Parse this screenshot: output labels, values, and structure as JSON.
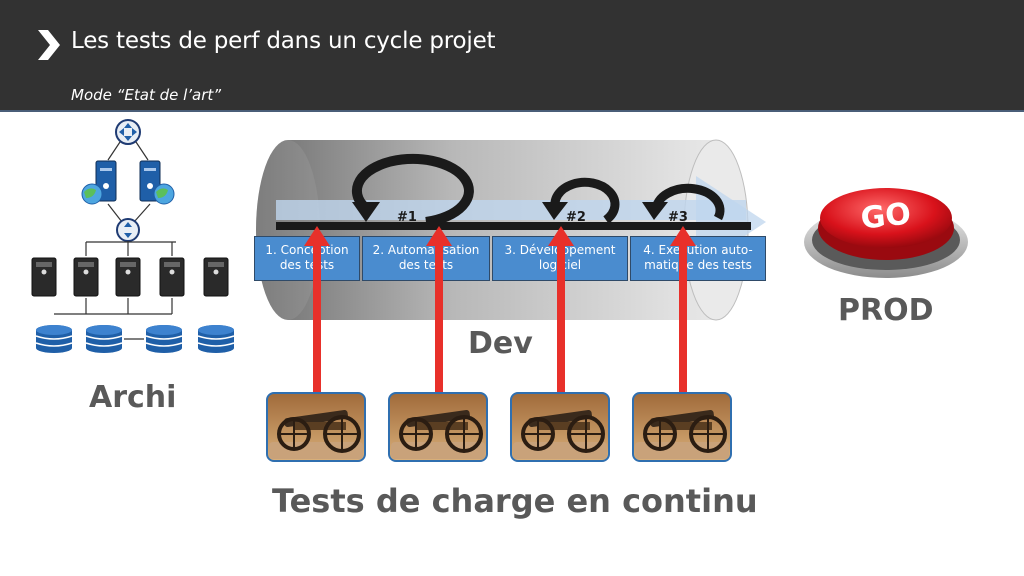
{
  "header": {
    "title": "Les tests de perf dans un cycle projet",
    "subtitle": "Mode “Etat de l’art”"
  },
  "labels": {
    "archi": "Archi",
    "dev": "Dev",
    "prod": "PROD",
    "tests": "Tests de charge en continu"
  },
  "pipeline": {
    "steps": [
      "1. Conception des tests",
      "2. Automatisation des tests",
      "3. Développement logiciel",
      "4. Exécution auto-matique des tests"
    ],
    "iterations": [
      "#1",
      "#2",
      "#3"
    ]
  },
  "go_button": {
    "text": "GO"
  },
  "colors": {
    "header_bg": "#323232",
    "step_blue": "#4a8ccf",
    "arrow_red": "#e8302a",
    "label_gray": "#595959",
    "go_red": "#d9121b"
  },
  "icons": [
    "chevron-right-icon",
    "server-icon",
    "database-icon",
    "globe-icon",
    "cannon-icon",
    "cycle-arrow-icon"
  ]
}
